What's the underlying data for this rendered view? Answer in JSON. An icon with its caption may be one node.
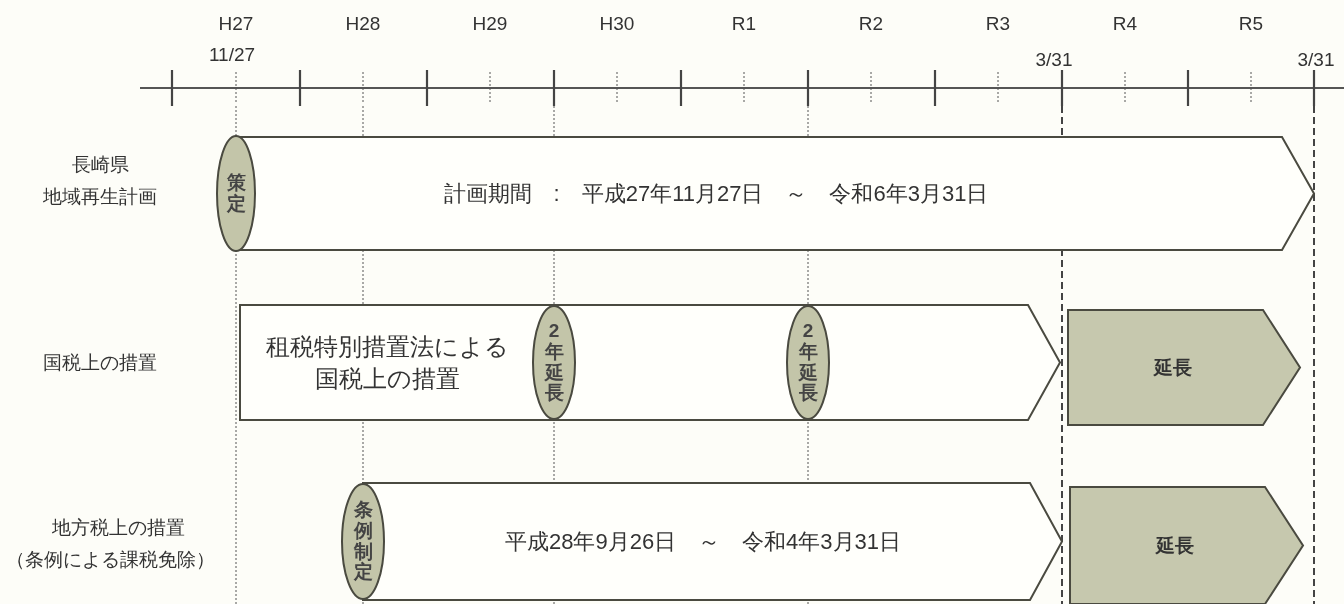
{
  "diagram": {
    "nodes": [
      {
        "text": [
          "策定"
        ]
      },
      {
        "text": [
          "計画期間　:　平成27年11月27日　～　令和6年3月31日"
        ]
      },
      {
        "text": [
          "租税特別措置法による国税上の措置"
        ]
      },
      {
        "text": [
          "2年延長"
        ],
        "in": 2
      },
      {
        "text": [
          "2年延長"
        ],
        "in": 2
      },
      {
        "text": [
          "延長"
        ]
      },
      {
        "text": [
          "条例制定"
        ]
      },
      {
        "text": [
          "平成28年9月26日　～　令和4年3月31日"
        ]
      },
      {
        "text": [
          "延長"
        ]
      }
    ],
    "labels": [
      "H27",
      "H28",
      "H29",
      "H30",
      "R1",
      "R2",
      "R3",
      "R4",
      "R5",
      "11/27",
      "3/31",
      "3/31",
      "長崎県",
      "地域再生計画",
      "国税上の措置",
      "地方税上の措置",
      "（条例による課税免除）"
    ]
  }
}
